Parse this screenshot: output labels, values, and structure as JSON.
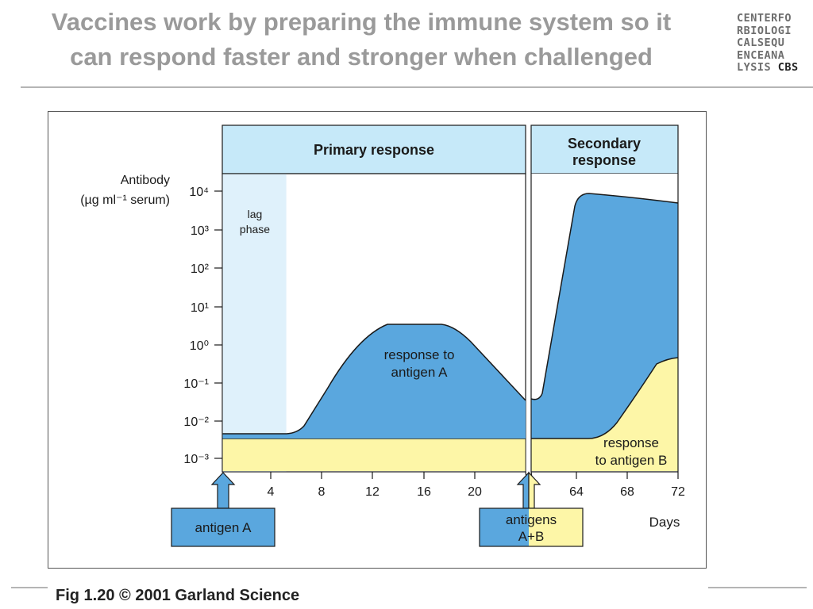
{
  "slide": {
    "title_line1": "Vaccines work by preparing the immune system so it",
    "title_line2": "can respond faster and stronger when challenged",
    "logo_lines": [
      "CENTERFO",
      "RBIOLOGI",
      "CALSEQU",
      "ENCEANA",
      "LYSIS"
    ],
    "logo_brand": "CBS",
    "caption": "Fig 1.20  © 2001 Garland Science"
  },
  "diagram": {
    "primary_header": "Primary  response",
    "secondary_header_line1": "Secondary",
    "secondary_header_line2": "response",
    "lag_line1": "lag",
    "lag_line2": "phase",
    "ylabel_line1": "Antibody",
    "ylabel_line2": "(µg ml⁻¹ serum)",
    "y_ticks": [
      "10⁴",
      "10³",
      "10²",
      "10¹",
      "10⁰",
      "10⁻¹",
      "10⁻²",
      "10⁻³"
    ],
    "x_ticks_primary": [
      "4",
      "8",
      "12",
      "16",
      "20"
    ],
    "x_ticks_secondary": [
      "64",
      "68",
      "72"
    ],
    "x_unit": "Days",
    "label_response_a_line1": "response to",
    "label_response_a_line2": "antigen A",
    "label_response_b_line1": "response",
    "label_response_b_line2": "to antigen B",
    "antigen_a": "antigen A",
    "antigens_ab_line1": "antigens",
    "antigens_ab_line2": "A+B",
    "colors": {
      "response_a": "#5aa7de",
      "response_b": "#fdf6a7",
      "header": "#c6e9f9",
      "lag": "#dff1fb",
      "outline": "#1a1a1a"
    }
  }
}
